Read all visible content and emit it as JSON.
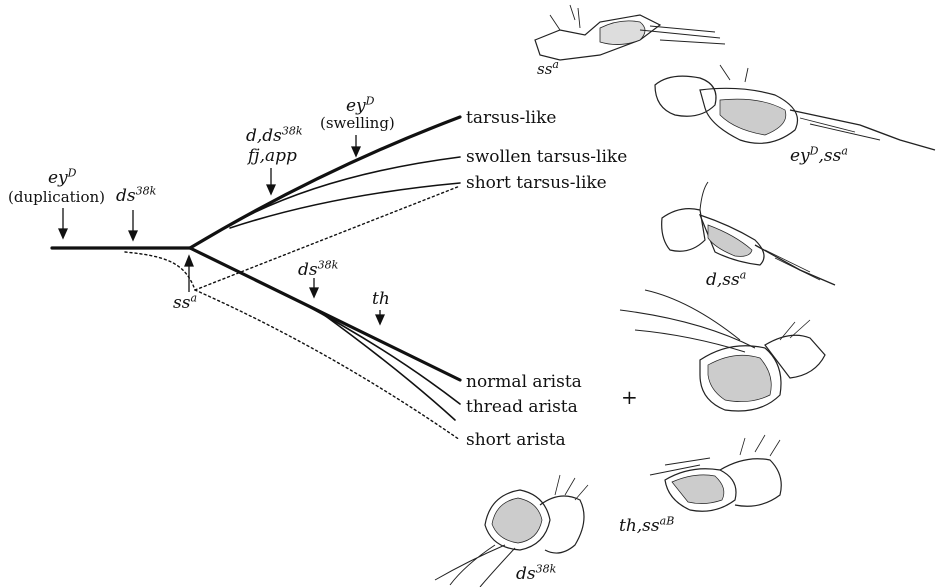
{
  "outcomes": {
    "tarsus_like": "tarsus-like",
    "swollen_tarsus_like": "swollen tarsus-like",
    "short_tarsus_like": "short tarsus-like",
    "normal_arista": "normal arista",
    "thread_arista": "thread arista",
    "short_arista": "short arista"
  },
  "genes": {
    "eyD_dup_main": "ey",
    "eyD_dup_sup": "D",
    "eyD_dup_note": "(duplication)",
    "ds38k_early_main": "ds",
    "ds38k_early_sup": "38k",
    "ssa_main": "ss",
    "ssa_sup": "a",
    "d_ds_main": "d,ds",
    "d_ds_sup": "38k",
    "fj_app": "fj,app",
    "eyD_swell_main": "ey",
    "eyD_swell_sup": "D",
    "eyD_swell_note": "(swelling)",
    "ds38k_arista_main": "ds",
    "ds38k_arista_sup": "38k",
    "th": "th"
  },
  "specimens": {
    "ssa_main": "ss",
    "ssa_sup": "a",
    "eyD_ssa_main": "ey",
    "eyD_ssa_sup1": "D",
    "eyD_ssa_mid": ",ss",
    "eyD_ssa_sup2": "a",
    "d_ssa_main": "d,ss",
    "d_ssa_sup": "a",
    "th_ssaB_main": "th,ss",
    "th_ssaB_sup": "aB",
    "ds38k_main": "ds",
    "ds38k_sup": "38k",
    "plus": "+"
  },
  "colors": {
    "ink": "#111111",
    "paper": "#ffffff"
  }
}
